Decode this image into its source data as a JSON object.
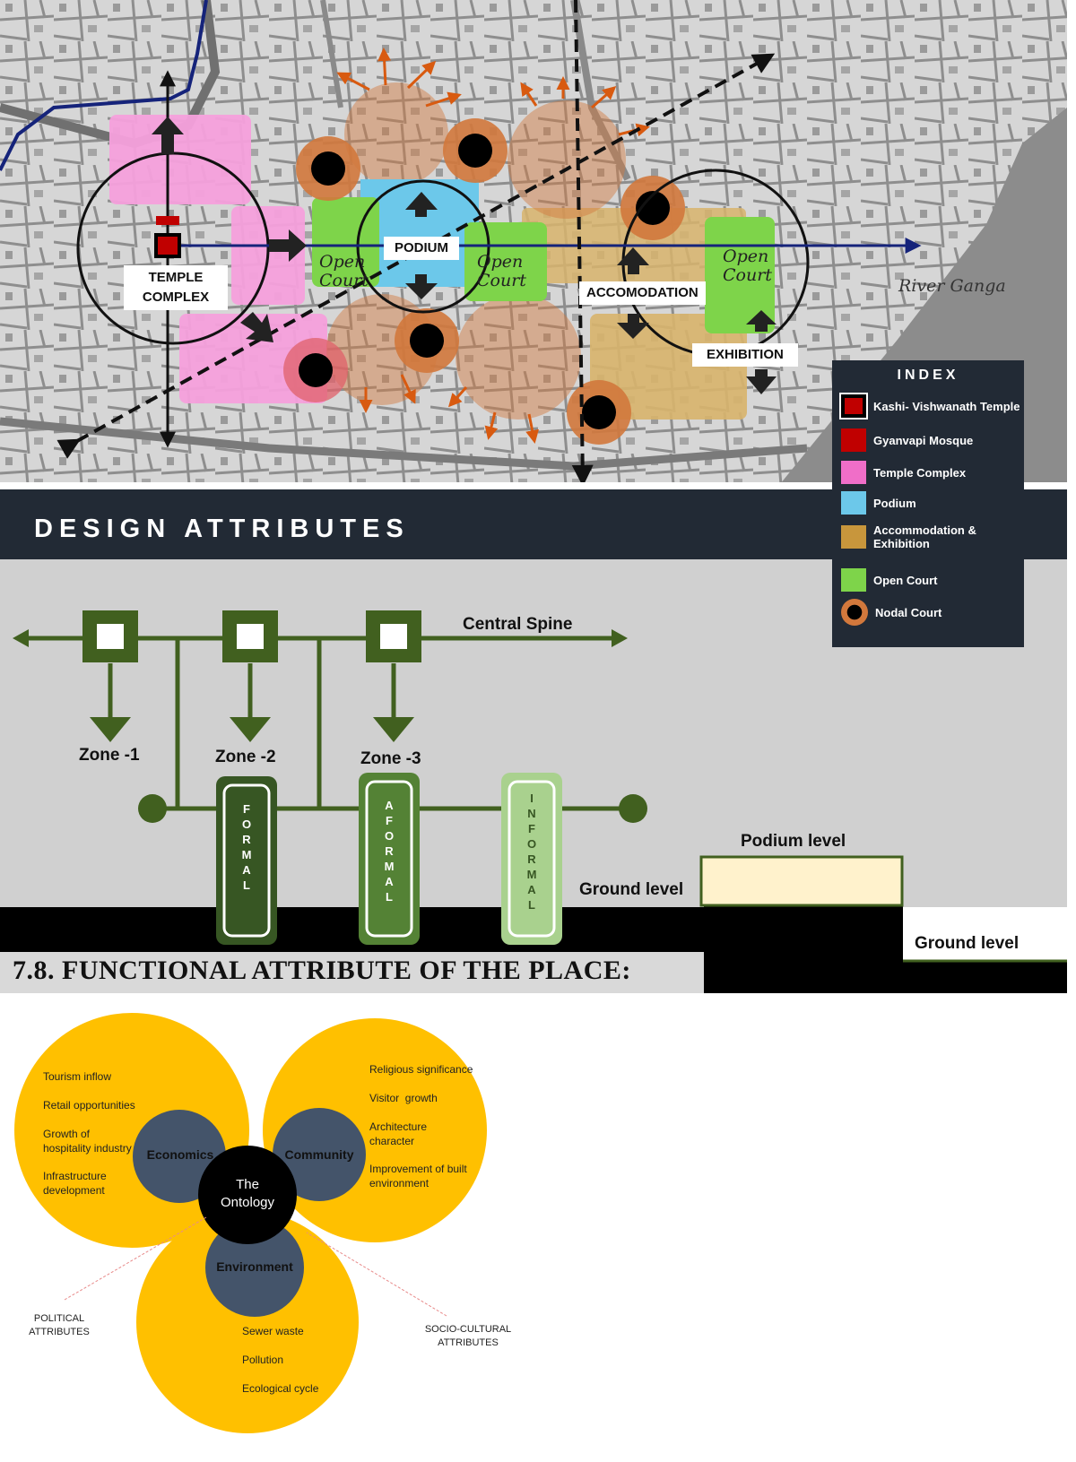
{
  "site_plan": {
    "labels": {
      "temple_complex_line1": "TEMPLE",
      "temple_complex_line2": "COMPLEX",
      "podium": "PODIUM",
      "accomodation": "ACCOMODATION",
      "exhibition": "EXHIBITION",
      "open_court_1": [
        "Open",
        "Court"
      ],
      "open_court_2": [
        "Open",
        "Court"
      ],
      "open_court_3": [
        "Open",
        "Court"
      ],
      "river": "River Ganga"
    },
    "index": {
      "title": "INDEX",
      "items": [
        {
          "label": "Kashi- Vishwanath Temple",
          "color": "#c00000",
          "border": "#000000"
        },
        {
          "label": "Gyanvapi Mosque",
          "color": "#c00000"
        },
        {
          "label": "Temple Complex",
          "color": "#f06ec8"
        },
        {
          "label": "Podium",
          "color": "#6cc8ea"
        },
        {
          "label": "Accommodation & Exhibition",
          "color": "#c8963c"
        },
        {
          "label": "Open Court",
          "color": "#7ed44a"
        },
        {
          "label": "Nodal Court",
          "color": "#d2783c",
          "inner": "#000000"
        }
      ]
    },
    "colors": {
      "temple_complex": "#f5a0dc",
      "podium": "#6cc8ea",
      "accommodation": "#d8b46c",
      "open_court": "#7ed44a",
      "nodal_ring": "#d2783c",
      "nodal_core": "#000000",
      "river_bank": "#8c8c8c",
      "spine_arrow": "#15237a"
    }
  },
  "design_attributes": {
    "title": "DESIGN ATTRIBUTES",
    "spine_label": "Central Spine",
    "zones": [
      "Zone -1",
      "Zone -2",
      "Zone -3"
    ],
    "pills": [
      {
        "text": [
          "F",
          "O",
          "R",
          "M",
          "A",
          "L"
        ],
        "fill": "#375623",
        "text_color": "#ffffff"
      },
      {
        "text": [
          "A",
          "F",
          "O",
          "R",
          "M",
          "A",
          "L"
        ],
        "fill": "#548235",
        "text_color": "#ffffff"
      },
      {
        "text": [
          "I",
          "N",
          "F",
          "O",
          "R",
          "M",
          "A",
          "L"
        ],
        "fill": "#a9d18e",
        "text_color": "#375623"
      }
    ],
    "levels": {
      "ground_left": "Ground level",
      "podium": "Podium level",
      "ground_right": "Ground level"
    },
    "colors": {
      "diagram": "#41601f",
      "band": "#222a35",
      "panel": "#d0d0d0",
      "podium_block": "#fff2cc"
    }
  },
  "functional": {
    "heading": "7.8. FUNCTIONAL ATTRIBUTE OF THE PLACE:",
    "center": [
      "The",
      "Ontology"
    ],
    "cores": {
      "economics": "Economics",
      "community": "Community",
      "environment": "Environment"
    },
    "economics_items": [
      [
        "Tourism inflow"
      ],
      [
        "Retail opportunities"
      ],
      [
        "Growth of",
        "hospitality industry"
      ],
      [
        "Infrastructure",
        "development"
      ]
    ],
    "community_items": [
      [
        "Religious significance"
      ],
      [
        "Visitor  growth"
      ],
      [
        "Architecture",
        "character"
      ],
      [
        "Improvement of built",
        "environment"
      ]
    ],
    "environment_items": [
      [
        "Sewer waste"
      ],
      [
        "Pollution"
      ],
      [
        "Ecological cycle"
      ]
    ],
    "political": [
      "POLITICAL",
      "ATTRIBUTES"
    ],
    "socio_cultural": [
      "SOCIO-CULTURAL",
      "ATTRIBUTES"
    ],
    "colors": {
      "lobe": "#ffc000",
      "core": "#44546a",
      "center": "#000000",
      "leader": "#e88a8a"
    }
  }
}
